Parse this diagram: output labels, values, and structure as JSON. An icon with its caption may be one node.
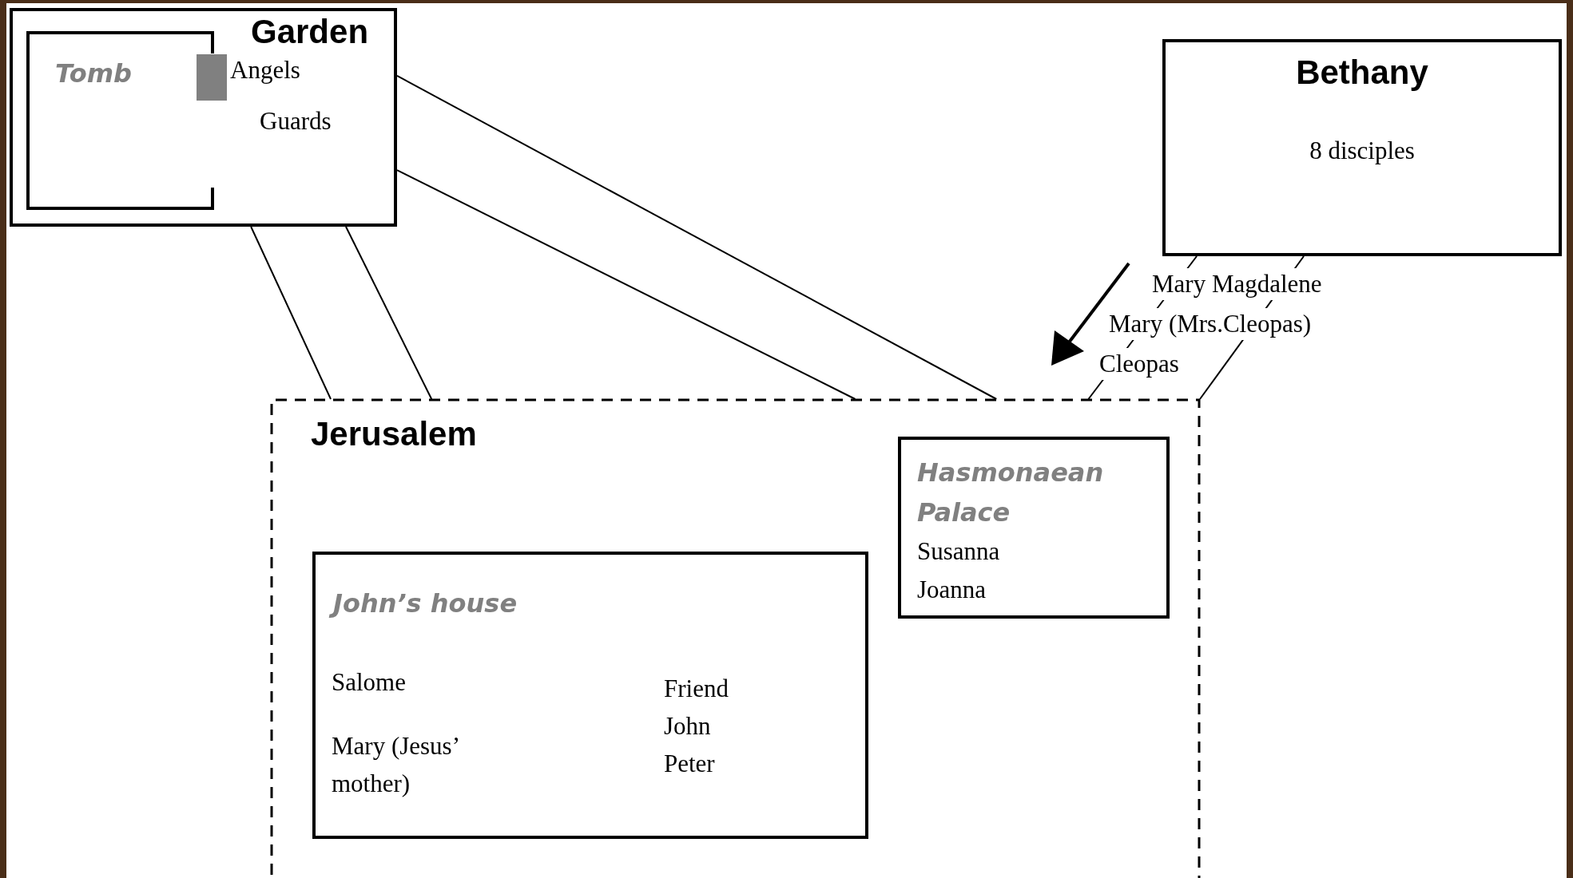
{
  "diagram": {
    "nodes": [
      {
        "text": [
          "Garden",
          "Angels",
          "Guards"
        ]
      },
      {
        "text": [
          "Tomb"
        ],
        "in": 0
      },
      {
        "text": [
          "Bethany",
          "8 disciples"
        ]
      },
      {
        "text": [
          "Jerusalem"
        ]
      },
      {
        "text": [
          "Hasmonaean Palace",
          "Susanna",
          "Joanna"
        ],
        "in": 3
      },
      {
        "text": [
          "John’s house",
          "Salome",
          "Mary (Jesus’ mother)",
          "Friend John Peter"
        ],
        "in": 3
      }
    ],
    "edges": [
      {
        "from": 0,
        "to": 3,
        "arrow": "none"
      },
      {
        "from": 0,
        "to": 3,
        "arrow": "none"
      },
      {
        "from": 0,
        "to": 3,
        "arrow": "none"
      },
      {
        "from": 0,
        "to": 3,
        "arrow": "none"
      },
      {
        "from": 2,
        "to": 3,
        "arrow": "none"
      },
      {
        "from": 2,
        "to": 3,
        "arrow": "none"
      }
    ],
    "labels": [
      "Mary Magdalene",
      "Mary (Mrs.Cleopas)",
      "Cleopas"
    ]
  }
}
